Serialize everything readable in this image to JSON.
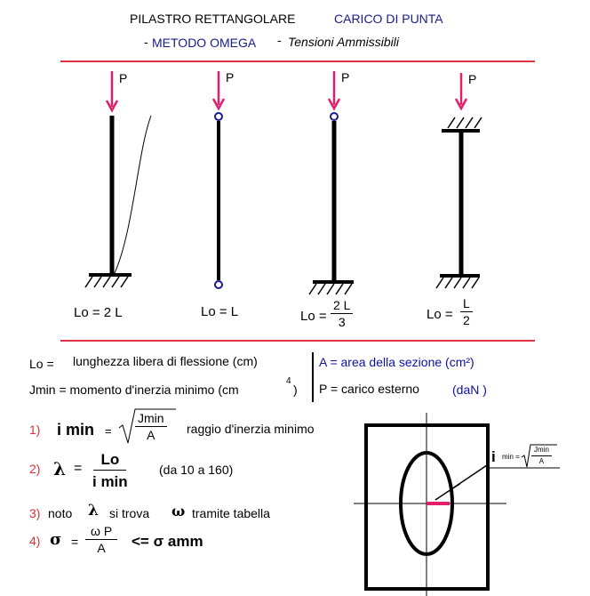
{
  "title": {
    "line1_a": "PILASTRO RETTANGOLARE",
    "line1_b": "CARICO DI PUNTA",
    "line2_dash1": "-",
    "line2_a": "METODO  OMEGA",
    "line2_dash2": "-",
    "line2_b": "Tensioni Ammissibili"
  },
  "columns": [
    {
      "load": "P",
      "lo_prefix": "Lo = 2 L"
    },
    {
      "load": "P",
      "lo_prefix": "Lo = L"
    },
    {
      "load": "P",
      "lo_prefix": "Lo =",
      "num": "2  L",
      "den": "3"
    },
    {
      "load": "P",
      "lo_prefix": "Lo =",
      "num": "L",
      "den": "2"
    }
  ],
  "definitions": {
    "lo_label": "Lo =",
    "lo_text": "lunghezza libera di  flessione (cm)",
    "jmin_text": "Jmin = momento d'inerzia minimo  (cm",
    "jmin_exp": "4",
    "jmin_close": ")",
    "a_text": "A = area della sezione (cm²)",
    "p_text": "P = carico esterno",
    "p_unit": "(daN )"
  },
  "steps": [
    {
      "num": "1)",
      "lhs": "i min",
      "eq": "=",
      "frac_num": "Jmin",
      "frac_den": "A",
      "note": "raggio d'inerzia minimo"
    },
    {
      "num": "2)",
      "lhs": "λ",
      "eq": "=",
      "frac_num": "Lo",
      "frac_den": "i min",
      "note": "(da 10 a 160)"
    },
    {
      "num": "3)",
      "text_a": "noto",
      "sym_a": "λ",
      "text_b": "si trova",
      "sym_b": "ω",
      "text_c": "tramite tabella"
    },
    {
      "num": "4)",
      "lhs": "σ",
      "eq": "=",
      "frac_num": "ω  P",
      "frac_den": "A",
      "rhs": "<= σ amm"
    }
  ],
  "section_label": {
    "i": "i",
    "sub": "min =",
    "num": "Jmin",
    "den": "A"
  },
  "colors": {
    "rule": "#e03246",
    "arrow": "#e0206a",
    "step_number": "#e0303a",
    "heading_blue": "#1a1a8c",
    "text_blue": "#1010a0",
    "radius_mark": "#e0206a"
  }
}
